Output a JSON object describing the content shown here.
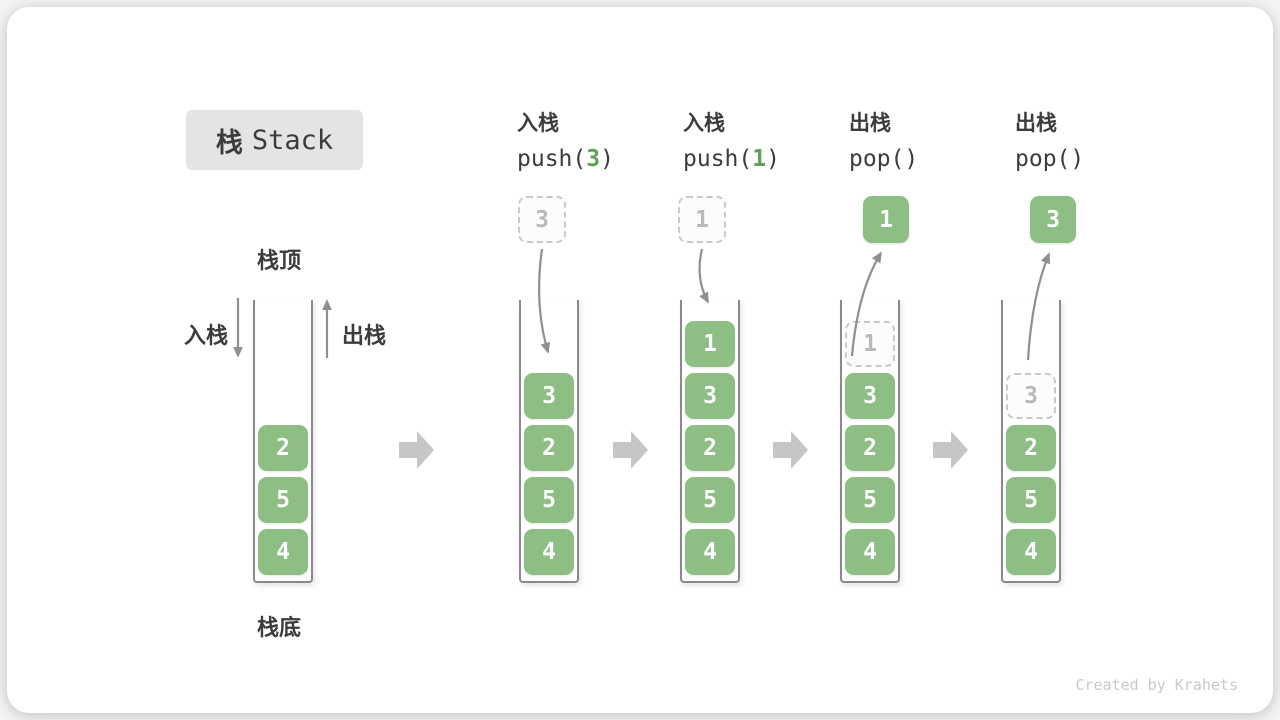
{
  "title": {
    "zh": "栈",
    "en": "Stack"
  },
  "side_labels": {
    "stack_top": "栈顶",
    "stack_bottom": "栈底",
    "push_side": "入栈",
    "pop_side": "出栈"
  },
  "operations": [
    {
      "zh": "入栈",
      "code_pre": "push(",
      "code_arg": "3",
      "code_post": ")"
    },
    {
      "zh": "入栈",
      "code_pre": "push(",
      "code_arg": "1",
      "code_post": ")"
    },
    {
      "zh": "出栈",
      "code_pre": "pop(",
      "code_arg": "",
      "code_post": ")"
    },
    {
      "zh": "出栈",
      "code_pre": "pop(",
      "code_arg": "",
      "code_post": ")"
    }
  ],
  "floating_boxes": [
    {
      "value": "3",
      "type": "ghost"
    },
    {
      "value": "1",
      "type": "ghost"
    },
    {
      "value": "1",
      "type": "solid"
    },
    {
      "value": "3",
      "type": "solid"
    }
  ],
  "stacks": [
    {
      "cells": [
        "2",
        "5",
        "4"
      ]
    },
    {
      "cells": [
        "3",
        "2",
        "5",
        "4"
      ]
    },
    {
      "cells": [
        "1",
        "3",
        "2",
        "5",
        "4"
      ]
    },
    {
      "cells": [
        "1",
        "3",
        "2",
        "5",
        "4"
      ],
      "ghost_index": 0
    },
    {
      "cells": [
        "3",
        "2",
        "5",
        "4"
      ],
      "ghost_index": 0
    }
  ],
  "credit": "Created by Krahets",
  "colors": {
    "green": "#8DBF85",
    "green_digit": "#5BA352",
    "text_dark": "#3C3C3C",
    "arrow": "#8F8F8F",
    "block_arrow": "#C6C6C6",
    "wall": "#8A8A8A",
    "ghost_border": "#C9C9C9",
    "ghost_text": "#B9B9B9",
    "ghost_bg": "#FCFCFC",
    "title_bg": "#E4E4E4",
    "credit": "#C9C9C9",
    "card_bg": "#FFFFFF",
    "page_bg": "#F4F4F4"
  }
}
